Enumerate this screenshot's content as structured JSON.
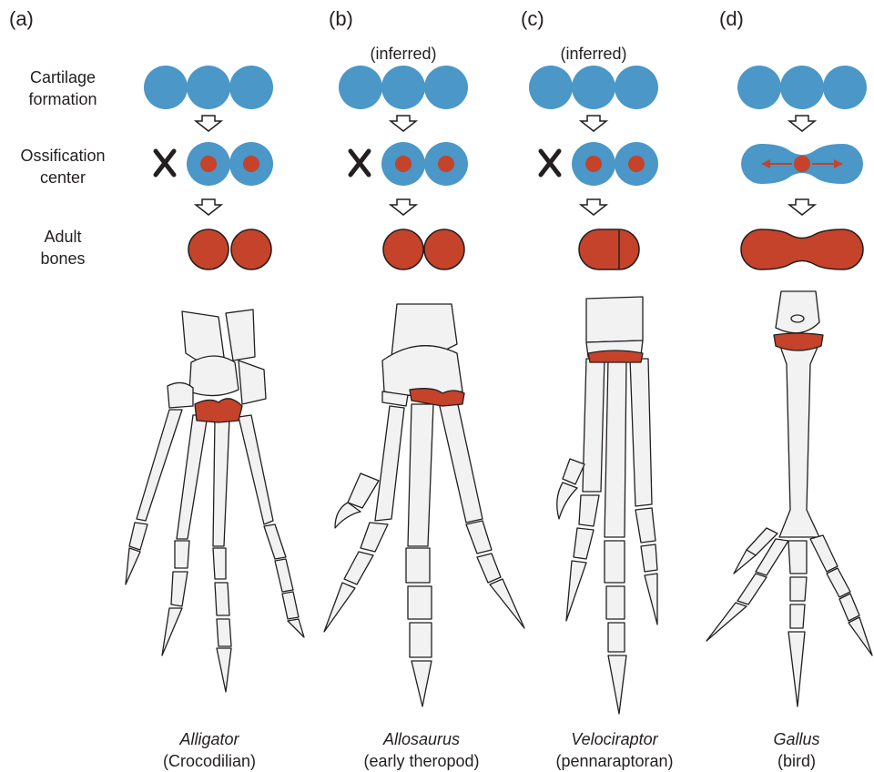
{
  "colors": {
    "cartilage": "#4a97c8",
    "ossification": "#c4432a",
    "outline": "#231f20",
    "bone": "#f2f2f2"
  },
  "row_labels": {
    "cartilage": [
      "Cartilage",
      "formation"
    ],
    "ossification": [
      "Ossification",
      "center"
    ],
    "adult": [
      "Adult",
      "bones"
    ]
  },
  "panels": [
    {
      "label": "(a)",
      "note": "",
      "genus": "Alligator",
      "group": "(Crocodilian)"
    },
    {
      "label": "(b)",
      "note": "(inferred)",
      "genus": "Allosaurus",
      "group": "(early theropod)"
    },
    {
      "label": "(c)",
      "note": "(inferred)",
      "genus": "Velociraptor",
      "group": "(pennaraptoran)"
    },
    {
      "label": "(d)",
      "note": "",
      "genus": "Gallus",
      "group": "(bird)"
    }
  ]
}
